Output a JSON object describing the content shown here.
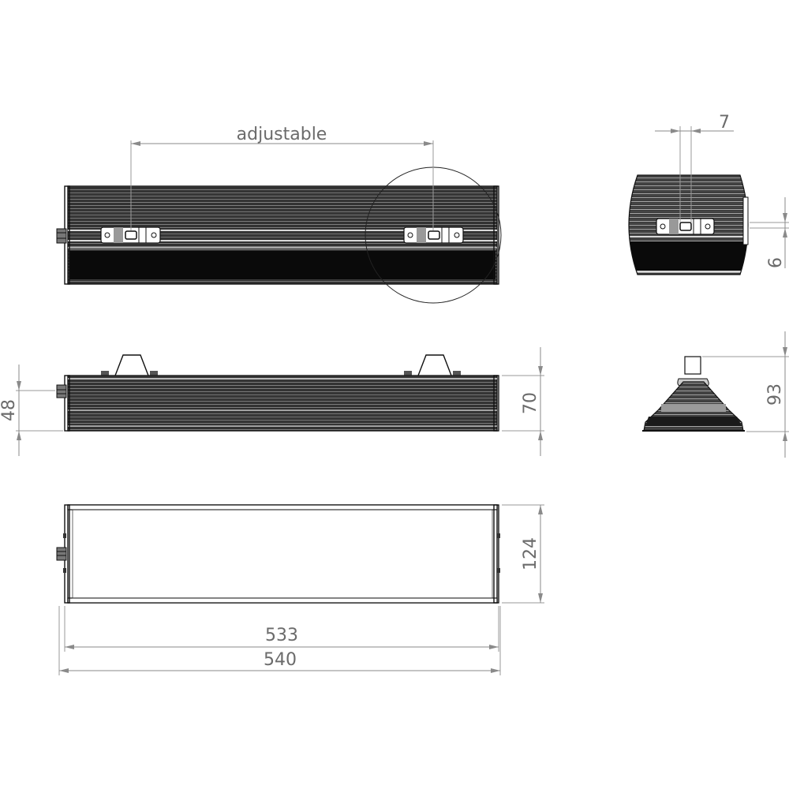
{
  "dimensions": {
    "adjustable": "adjustable",
    "bracket_width": "7",
    "bracket_offset": "6",
    "mount_height": "48",
    "body_height": "70",
    "total_height": "93",
    "depth": "124",
    "inner_length": "533",
    "total_length": "540"
  }
}
